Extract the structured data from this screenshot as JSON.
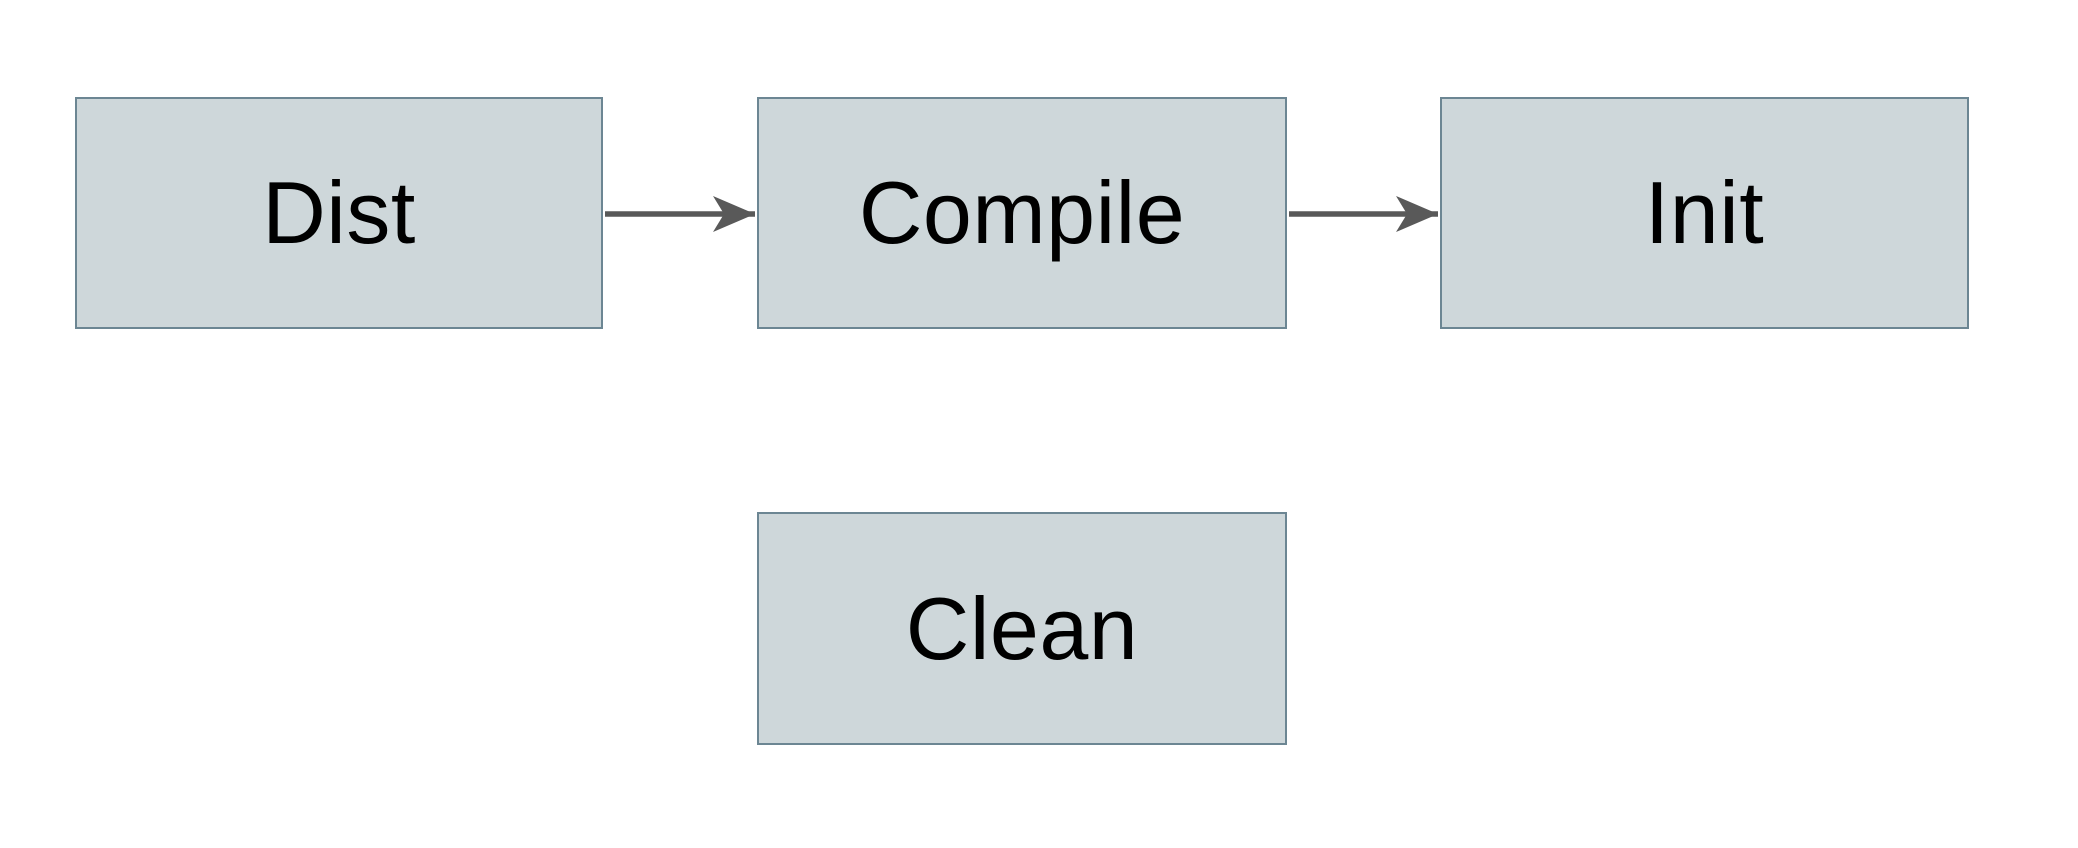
{
  "diagram": {
    "type": "flowchart",
    "background_color": "#ffffff",
    "node_fill_color": "#ced7da",
    "node_border_color": "#6c8693",
    "arrow_color": "#595959",
    "text_color": "#000000",
    "nodes": [
      {
        "id": "dist",
        "label": "Dist"
      },
      {
        "id": "compile",
        "label": "Compile"
      },
      {
        "id": "init",
        "label": "Init"
      },
      {
        "id": "clean",
        "label": "Clean"
      }
    ],
    "edges": [
      {
        "from": "dist",
        "to": "compile"
      },
      {
        "from": "compile",
        "to": "init"
      }
    ]
  }
}
